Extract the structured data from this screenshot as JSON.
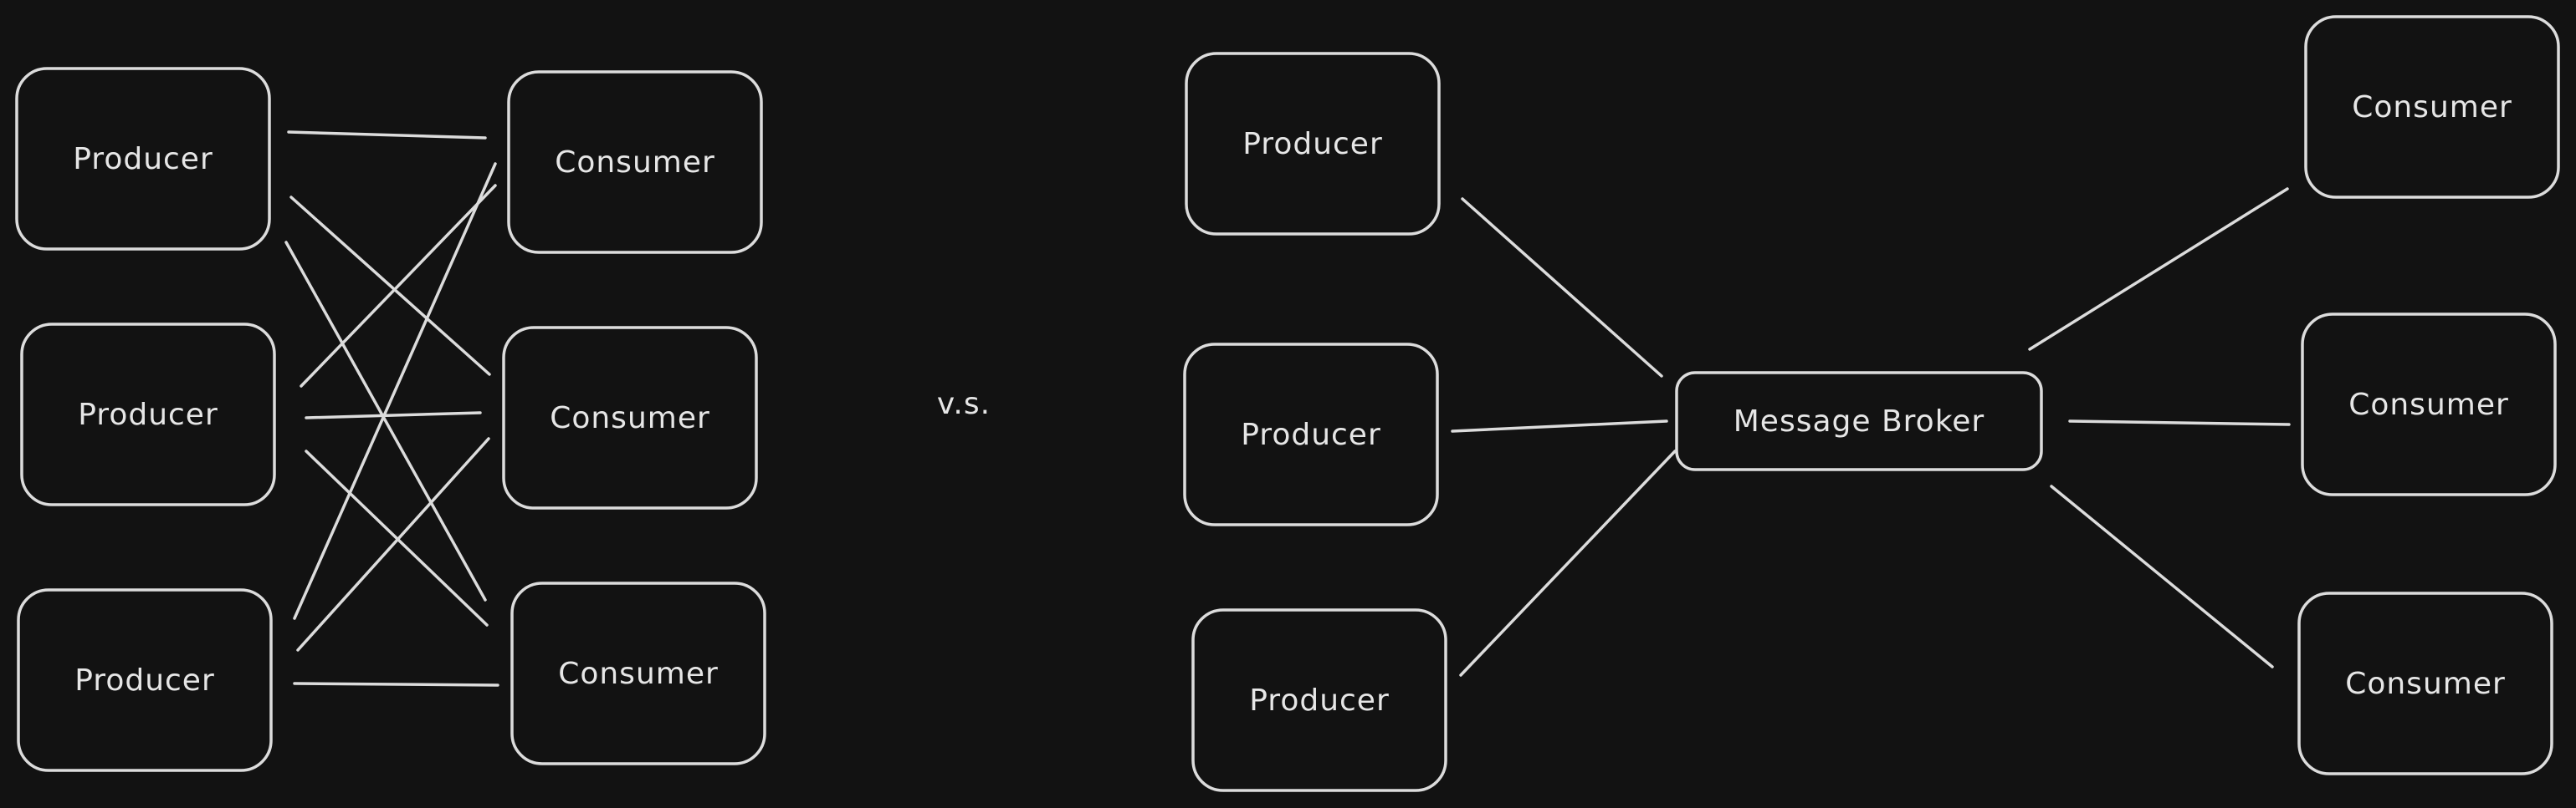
{
  "separator": "v.s.",
  "left": {
    "producers": [
      "Producer",
      "Producer",
      "Producer"
    ],
    "consumers": [
      "Consumer",
      "Consumer",
      "Consumer"
    ]
  },
  "right": {
    "producers": [
      "Producer",
      "Producer",
      "Producer"
    ],
    "broker": "Message Broker",
    "consumers": [
      "Consumer",
      "Consumer",
      "Consumer"
    ]
  },
  "colors": {
    "background": "#121212",
    "stroke": "#dcdcdc",
    "text": "#e6e6e6"
  }
}
